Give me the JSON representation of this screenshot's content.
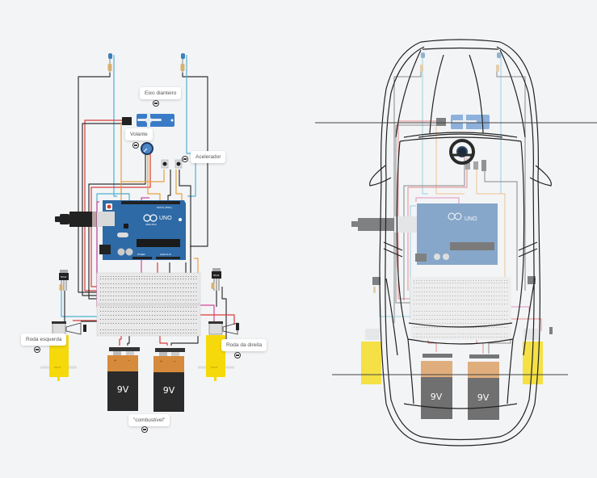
{
  "diagram": {
    "title": "Arduino car circuit",
    "left_view": {
      "name": "circuit-schematic",
      "labels": {
        "front_axle": "Eixo dianteiro",
        "steering_wheel": "Volante",
        "accelerator": "Acelerador",
        "left_wheel": "Roda esquerda",
        "right_wheel": "Roda da direita",
        "fuel": "\"combustível\""
      },
      "components": {
        "board_brand": "ARDUINO",
        "board_model": "UNO",
        "board_header_digital": "DIGITAL (PWM~)",
        "board_header_power": "POWER",
        "board_header_analog": "ANALOG IN",
        "transistor_left": "TIP120",
        "transistor_right": "TIP120",
        "motor_left": "PILOT",
        "motor_right": "PILOT",
        "battery_left_voltage": "9V",
        "battery_right_voltage": "9V",
        "battery_plus": "+",
        "battery_minus": "−"
      }
    },
    "right_view": {
      "name": "car-overlay",
      "battery_left_voltage": "9V",
      "battery_right_voltage": "9V",
      "board_model": "UNO"
    },
    "colors": {
      "background": "#f3f4f6",
      "arduino_blue": "#2e6aa6",
      "arduino_faded": "#8aaed0",
      "servo_blue": "#3a7bc8",
      "motor_yellow": "#f5d90a",
      "battery_orange": "#d58a3c",
      "battery_black": "#2b2b2b",
      "wire_red": "#d93a3a",
      "wire_black": "#333333",
      "wire_blue": "#4fb1d0",
      "wire_orange": "#e8a040",
      "wire_pink": "#d0489a",
      "car_outline": "#222222"
    }
  }
}
